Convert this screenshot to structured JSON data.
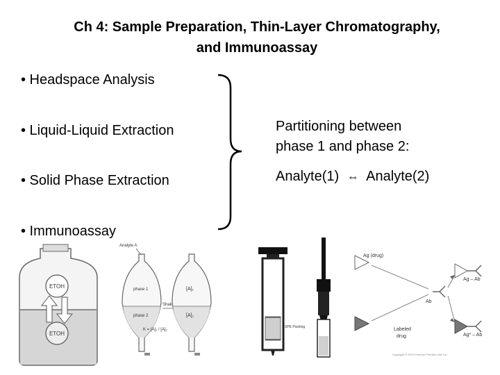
{
  "slide": {
    "title_line1": "Ch 4: Sample Preparation, Thin-Layer Chromatography,",
    "title_line2": "and Immunoassay",
    "bullets": [
      "• Headspace Analysis",
      "• Liquid-Liquid Extraction",
      "• Solid Phase Extraction",
      "• Immunoassay"
    ],
    "partition_line1": "Partitioning between",
    "partition_line2": "phase 1 and phase 2:",
    "equilibrium_left": "Analyte(1)",
    "equilibrium_symbol": "⇔",
    "equilibrium_right": "Analyte(2)"
  },
  "figures": {
    "headspace": {
      "top_label": "ETOH",
      "bottom_label": "ETOH"
    },
    "funnels": {
      "analyte_label": "Analyte A",
      "phase1": "phase 1",
      "phase2": "phase 2",
      "shake": "Shake",
      "a1": "[A]₁",
      "a2": "[A]₂",
      "k_formula": "K = [A]₁ / [A]₂"
    },
    "spe": {
      "packing_label": "SPE Packing"
    },
    "immuno": {
      "ag_drug": "Ag (drug)",
      "ag_ab": "Ag – Ab",
      "ab": "Ab",
      "labeled": "Labeled",
      "drug": "drug",
      "ag_star_ab": "Ag* – Ab",
      "copyright": "Copyright © 2010 Pearson Prentice Hall, Inc."
    }
  }
}
